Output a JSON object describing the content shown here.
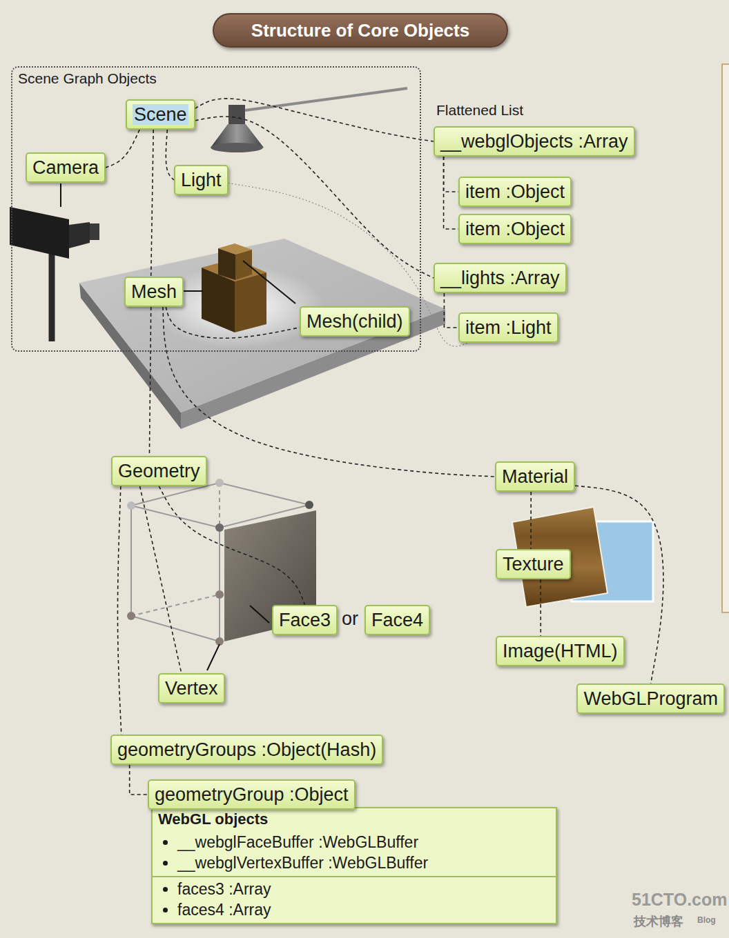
{
  "diagram": {
    "title": "Structure of Core Objects",
    "nodes": [
      {
        "text": [
          "Scene Graph Objects"
        ]
      },
      {
        "text": [
          "Scene"
        ],
        "in": 0
      },
      {
        "text": [
          "Camera"
        ],
        "in": 0
      },
      {
        "text": [
          "Light"
        ],
        "in": 0
      },
      {
        "text": [
          "Mesh"
        ],
        "in": 0
      },
      {
        "text": [
          "Mesh(child)"
        ],
        "in": 0
      },
      {
        "text": [
          "__webglObjects :Array"
        ]
      },
      {
        "text": [
          "item :Object"
        ]
      },
      {
        "text": [
          "item :Object"
        ]
      },
      {
        "text": [
          "__lights :Array"
        ]
      },
      {
        "text": [
          "item :Light"
        ]
      },
      {
        "text": [
          "Geometry"
        ]
      },
      {
        "text": [
          "Material"
        ]
      },
      {
        "text": [
          "Texture"
        ]
      },
      {
        "text": [
          "Face3"
        ]
      },
      {
        "text": [
          "Face4"
        ]
      },
      {
        "text": [
          "Image(HTML)"
        ]
      },
      {
        "text": [
          "Vertex"
        ]
      },
      {
        "text": [
          "WebGLProgram"
        ]
      },
      {
        "text": [
          "geometryGroups :Object(Hash)"
        ]
      },
      {
        "text": [
          "geometryGroup :Object"
        ]
      },
      {
        "text": [
          "WebGL objects",
          "__webglFaceBuffer :WebGLBuffer",
          "__webglVertexBuffer :WebGLBuffer",
          "faces3 :Array",
          "faces4 :Array"
        ]
      }
    ],
    "edges": [
      {
        "from": 1,
        "to": 2,
        "arrow": "none"
      },
      {
        "from": 1,
        "to": 3,
        "arrow": "none"
      },
      {
        "from": 1,
        "to": 4,
        "arrow": "none"
      },
      {
        "from": 1,
        "to": 6,
        "arrow": "none"
      },
      {
        "from": 1,
        "to": 9,
        "arrow": "none"
      },
      {
        "from": 6,
        "to": 7,
        "arrow": "none"
      },
      {
        "from": 6,
        "to": 8,
        "arrow": "none"
      },
      {
        "from": 9,
        "to": 10,
        "arrow": "none"
      },
      {
        "from": 3,
        "to": 10,
        "arrow": "none"
      },
      {
        "from": 4,
        "to": 5,
        "arrow": "none"
      },
      {
        "from": 4,
        "to": 11,
        "arrow": "none"
      },
      {
        "from": 4,
        "to": 12,
        "arrow": "none"
      },
      {
        "from": 12,
        "to": 13,
        "arrow": "none"
      },
      {
        "from": 12,
        "to": 18,
        "arrow": "none"
      },
      {
        "from": 13,
        "to": 16,
        "arrow": "none"
      },
      {
        "from": 11,
        "to": 14,
        "arrow": "none"
      },
      {
        "from": 11,
        "to": 17,
        "arrow": "none"
      },
      {
        "from": 11,
        "to": 19,
        "arrow": "none"
      },
      {
        "from": 19,
        "to": 20,
        "arrow": "none"
      }
    ],
    "labels": [
      "Flattened List",
      "or",
      "51CTO.com",
      "技术博客",
      "Blog"
    ]
  }
}
